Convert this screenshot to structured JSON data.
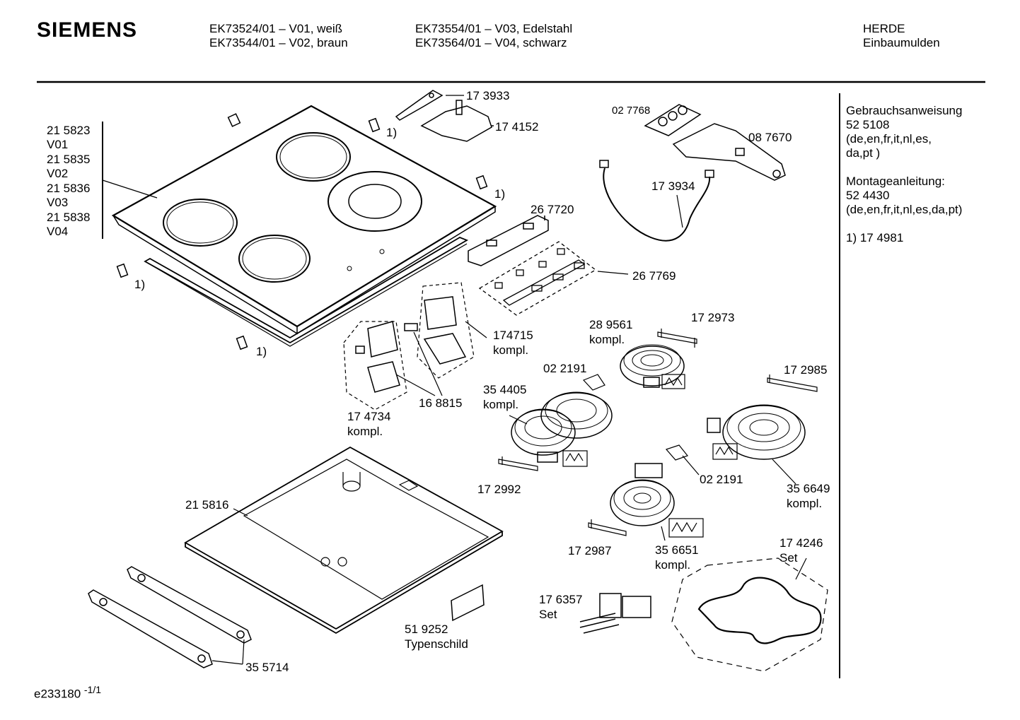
{
  "header": {
    "brand": "SIEMENS",
    "models_col1": [
      "EK73524/01 – V01, weiß",
      "EK73544/01 – V02, braun"
    ],
    "models_col2": [
      "EK73554/01 – V03, Edelstahl",
      "EK73564/01 – V04, schwarz"
    ],
    "category": [
      "HERDE",
      "Einbaumulden"
    ]
  },
  "sidebar": {
    "manual_title": "Gebrauchsanweisung",
    "manual_number": "52 5108",
    "manual_langs": [
      "(de,en,fr,it,nl,es,",
      "da,pt )"
    ],
    "mount_title": "Montageanleitung:",
    "mount_number": "52 4430",
    "mount_langs": "(de,en,fr,it,nl,es,da,pt)",
    "footnote": "1) 17 4981"
  },
  "variant_list": [
    "21 5823",
    "V01",
    "21 5835",
    "V02",
    "21 5836",
    "V03",
    "21 5838",
    "V04"
  ],
  "parts": {
    "p173933": "17 3933",
    "p174152": "17 4152",
    "p027768": "02 7768",
    "p087670": "08 7670",
    "p173934": "17 3934",
    "p267720": "26 7720",
    "p267769": "26 7769",
    "p174715": "174715",
    "p174715k": "kompl.",
    "p289561": "28 9561",
    "p289561k": "kompl.",
    "p172973": "17 2973",
    "p022191a": "02 2191",
    "p172985": "17 2985",
    "p354405": "35 4405",
    "p354405k": "kompl.",
    "p168815": "16 8815",
    "p174734": "17 4734",
    "p174734k": "kompl.",
    "p022191b": "02 2191",
    "p356649": "35 6649",
    "p356649k": "kompl.",
    "p172992": "17 2992",
    "p215816": "21 5816",
    "p172987": "17 2987",
    "p356651": "35 6651",
    "p356651k": "kompl.",
    "p174246": "17 4246",
    "p174246s": "Set",
    "p176357": "17 6357",
    "p176357s": "Set",
    "p519252": "51 9252",
    "p519252t": "Typenschild",
    "p355714": "35 5714",
    "fn1a": "1)",
    "fn1b": "1)",
    "fn1c": "1)",
    "fn1d": "1)"
  },
  "footer": {
    "code": "e233180",
    "page": "-1/1"
  }
}
